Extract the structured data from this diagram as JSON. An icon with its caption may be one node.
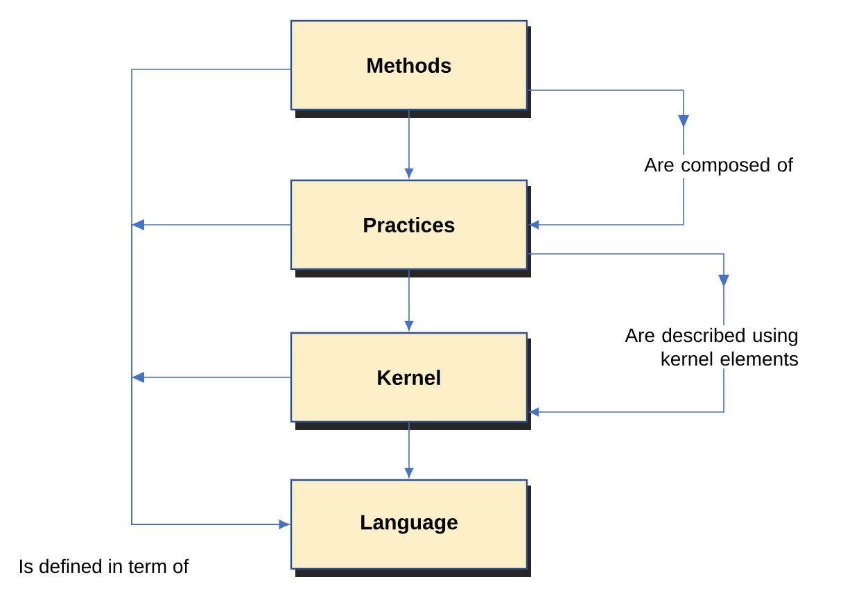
{
  "diagram": {
    "nodes": [
      {
        "text": [
          "Methods"
        ]
      },
      {
        "text": [
          "Practices"
        ]
      },
      {
        "text": [
          "Kernel"
        ]
      },
      {
        "text": [
          "Language"
        ]
      }
    ],
    "edges": [
      {
        "from": 0,
        "to": 1,
        "arrow": "to"
      },
      {
        "from": 1,
        "to": 2,
        "arrow": "to"
      },
      {
        "from": 2,
        "to": 3,
        "arrow": "to"
      },
      {
        "from": 0,
        "to": 1,
        "arrow": "to",
        "label": "Are composed of"
      },
      {
        "from": 1,
        "to": 2,
        "arrow": "to",
        "label": "Are described using kernel elements"
      },
      {
        "from": 0,
        "to": 3,
        "arrow": "to",
        "label": "Is defined in term of"
      },
      {
        "from": 1,
        "to": 3,
        "arrow": "to"
      },
      {
        "from": 2,
        "to": 3,
        "arrow": "to"
      }
    ]
  }
}
